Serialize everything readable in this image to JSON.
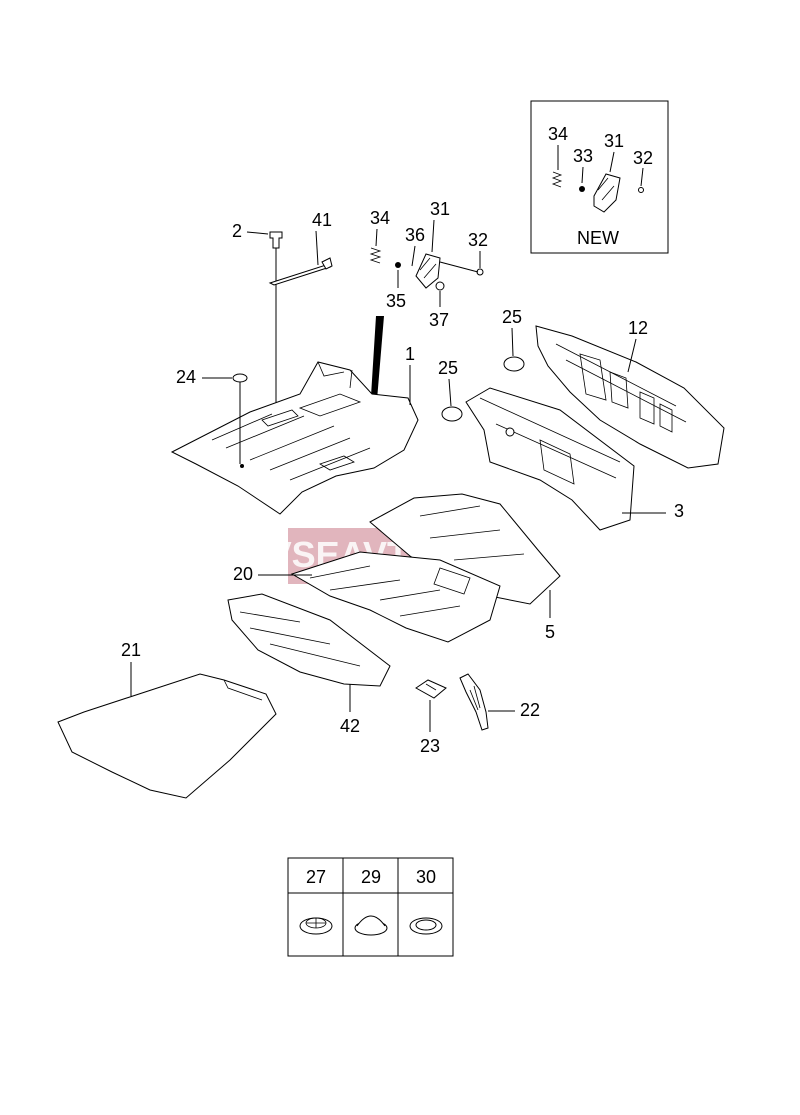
{
  "watermark": "VSEAVTO.COM",
  "watermark_color": "#d9a3ad",
  "inset": {
    "title": "NEW",
    "labels": [
      "34",
      "33",
      "31",
      "32"
    ]
  },
  "callouts": {
    "c2": "2",
    "c41": "41",
    "c34": "34",
    "c36": "36",
    "c31": "31",
    "c32": "32",
    "c35": "35",
    "c37": "37",
    "c25a": "25",
    "c12": "12",
    "c1": "1",
    "c25b": "25",
    "c24": "24",
    "c3": "3",
    "c20": "20",
    "c5": "5",
    "c21": "21",
    "c42": "42",
    "c22": "22",
    "c23": "23"
  },
  "legend": {
    "columns": [
      "27",
      "29",
      "30"
    ],
    "icons": [
      "grommet-27-icon",
      "plug-29-icon",
      "grommet-30-icon"
    ]
  }
}
